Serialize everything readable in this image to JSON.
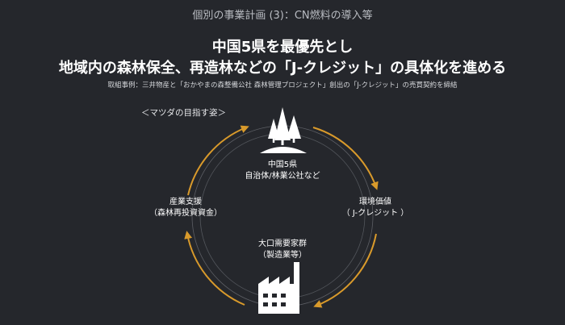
{
  "slide": {
    "section_title": "個別の事業計画 (3)：CN燃料の導入等",
    "headline_line1": "中国5県を最優先とし",
    "headline_line2": "地域内の森林保全、再造林などの「J-クレジット」の具体化を進める",
    "caption": "取組事例：三井物産と「おかやまの森整備公社 森林管理プロジェクト」創出の「J-クレジット」の売買契約を締結",
    "vision_label": "＜マツダの目指す姿＞"
  },
  "diagram": {
    "top_node": {
      "icon": "forest-icon",
      "line1": "中国5県",
      "line2": "自治体/林業公社など"
    },
    "right_node": {
      "line1": "環境価値",
      "line2": "（ J-クレジット ）"
    },
    "bottom_node": {
      "icon": "factory-icon",
      "line1": "大口需要家群",
      "line2": "（製造業等）"
    },
    "left_node": {
      "line1": "産業支援",
      "line2": "（森林再投資資金）"
    },
    "colors": {
      "arrow": "#d99a2b",
      "ring": "#8a8d94",
      "icon": "#ffffff",
      "background": "#25272c"
    }
  }
}
